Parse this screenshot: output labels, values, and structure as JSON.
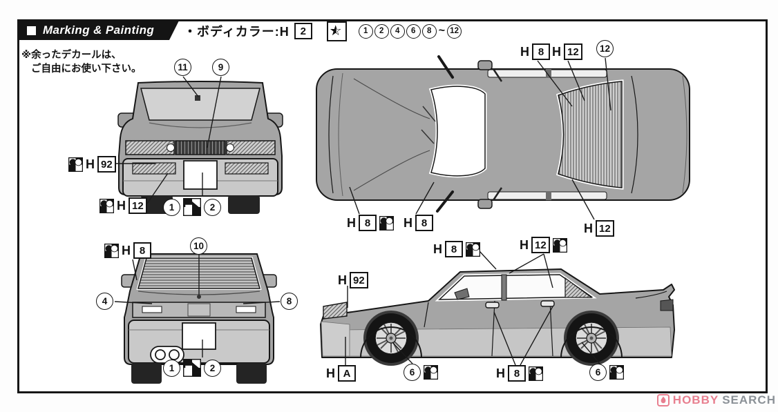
{
  "header": {
    "bullet": "■",
    "title": "Marking & Painting",
    "body_color_label": "・ボディカラー:H",
    "body_color_code": "2",
    "star_filled": "★",
    "star_outline": "☆",
    "tilde": "~",
    "parts_numbers": {
      "n1": "1",
      "n2": "2",
      "n3": "4",
      "n4": "6",
      "n5": "8",
      "n6": "12"
    }
  },
  "note": {
    "line1": "※余ったデカールは、",
    "line2": "ご自由にお使い下さい。"
  },
  "labels": {
    "h": "H",
    "front": {
      "headlight": "92",
      "bumper_grille": "12",
      "plate_left": "1",
      "plate_right": "2",
      "antenna_callout": "11",
      "grille_callout": "9"
    },
    "top": {
      "rear_window_left": "8",
      "rear_window_mid": "12",
      "rear_window_callout": "12",
      "front_fender": "8",
      "windshield": "8",
      "rear_window_bottom": "12"
    },
    "rear": {
      "mirror": "8",
      "trunk_callout": "10",
      "left_callout": "4",
      "right_callout": "8",
      "plate_left": "1",
      "plate_right": "2"
    },
    "side": {
      "roof_rail": "8",
      "window_sash": "12",
      "headlight": "92",
      "bumper": "A",
      "front_wheel_callout": "6",
      "door_handles": "8",
      "rear_wheel_callout": "6"
    }
  },
  "icons": {
    "paint_chip": "paint-chip-icon",
    "decal_arrow": "decal-arrow-icon",
    "half_star": "half-star-icon",
    "flame": "flame-icon"
  },
  "watermark": {
    "brand_first": "HOBBY",
    "brand_second": "SEARCH"
  },
  "colors": {
    "banner_bg": "#141414",
    "line": "#161616",
    "body_gray": "#a5a5a5",
    "bumper_gray": "#c9c9c9",
    "watermark_pink": "#e87f8f",
    "watermark_gray": "#8b9197"
  }
}
